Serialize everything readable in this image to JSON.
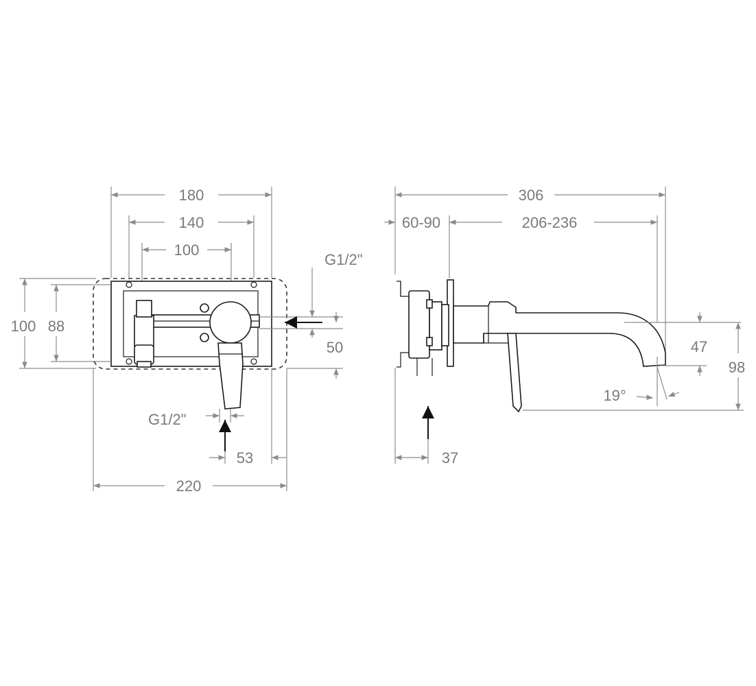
{
  "front_view": {
    "dim_180": "180",
    "dim_140": "140",
    "dim_100_top": "100",
    "dim_100_left": "100",
    "dim_88": "88",
    "thread_right": "G1/2\"",
    "dim_50": "50",
    "thread_bottom": "G1/2\"",
    "dim_53": "53",
    "dim_220": "220"
  },
  "side_view": {
    "dim_306": "306",
    "dim_60_90": "60-90",
    "dim_206_236": "206-236",
    "dim_47": "47",
    "dim_98": "98",
    "angle_19": "19°",
    "dim_37": "37"
  },
  "colors": {
    "dimension": "#8c8c8c",
    "outline": "#1a1a1a",
    "text": "#7a7a7a"
  }
}
